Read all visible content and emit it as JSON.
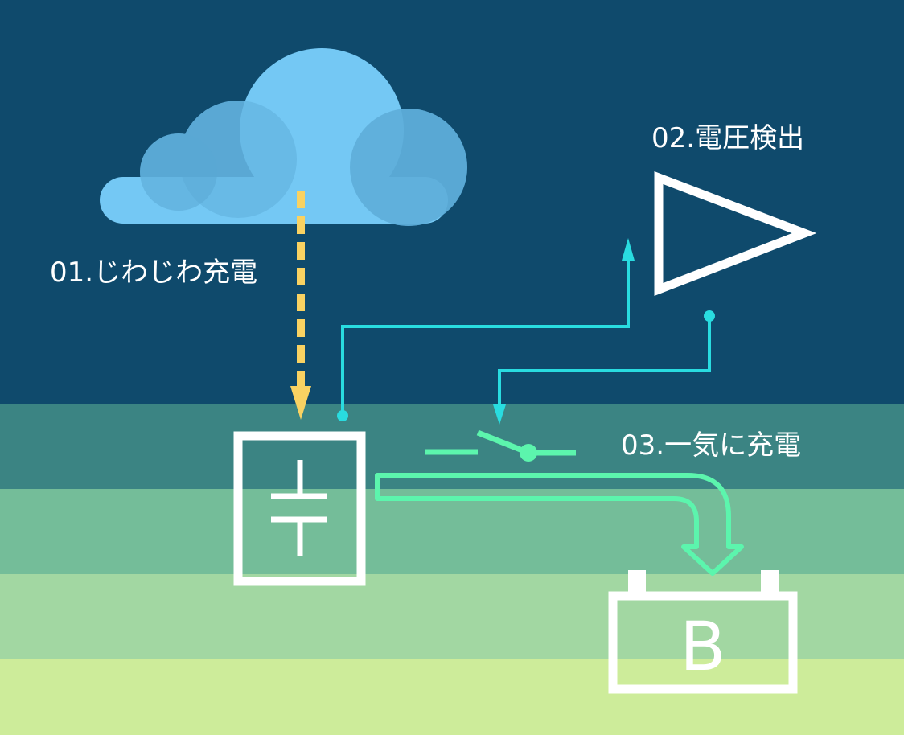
{
  "labels": {
    "step1": "01.じわじわ充電",
    "step2": "02.電圧検出",
    "step3": "03.一気に充電",
    "battery": "B"
  },
  "colors": {
    "sky": "#0f4a6c",
    "band1": "#3b8483",
    "band2": "#74bd99",
    "band3": "#a2d7a2",
    "band4": "#cdec9a",
    "cloud_light": "#74c8f4",
    "cloud_dark": "#5aa8d4",
    "charge_arrow": "#f9d262",
    "signal_line": "#29dce0",
    "flow_arrow": "#5cf5ad",
    "outline": "#ffffff"
  }
}
